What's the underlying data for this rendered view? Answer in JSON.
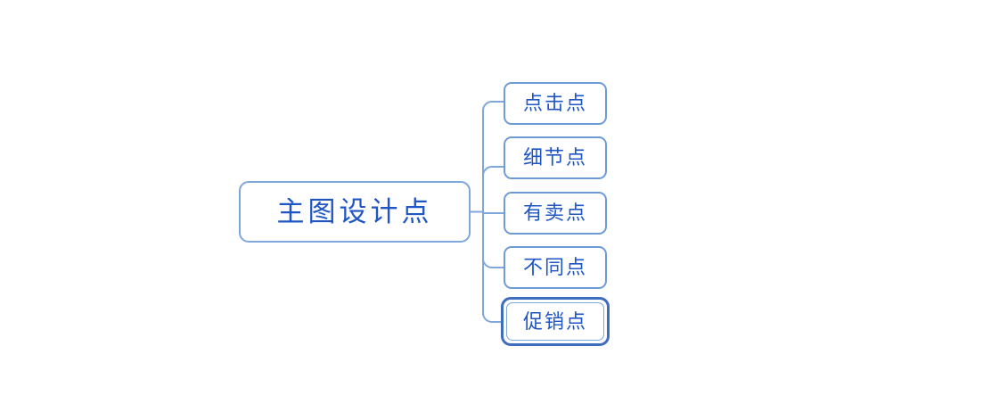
{
  "document": {
    "type": "mind-map",
    "background_color": "#ffffff"
  },
  "theme": {
    "node_border_color": "#7FA7DC",
    "child_border_color": "#6E9BD6",
    "text_color": "#1F56C4",
    "connector_color": "#7FA7DC",
    "selection_color": "#3E6DC0"
  },
  "mindmap": {
    "root": {
      "label": "主图设计点",
      "selected": false
    },
    "children": [
      {
        "label": "点击点",
        "selected": false
      },
      {
        "label": "细节点",
        "selected": false
      },
      {
        "label": "有卖点",
        "selected": false
      },
      {
        "label": "不同点",
        "selected": false
      },
      {
        "label": "促销点",
        "selected": true
      }
    ]
  }
}
